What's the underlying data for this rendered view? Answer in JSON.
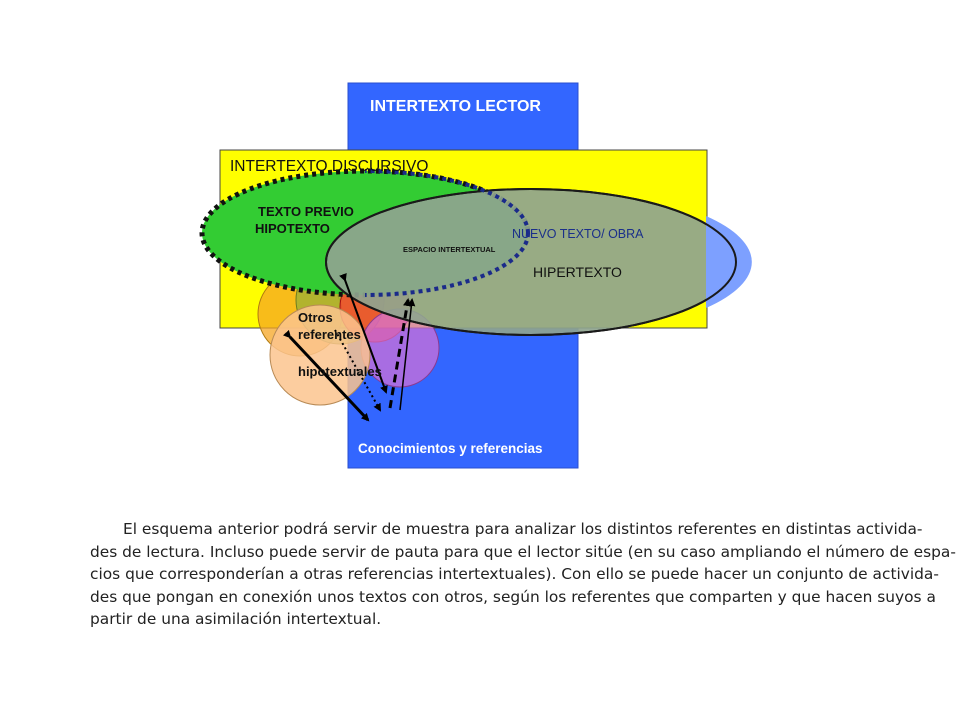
{
  "diagram": {
    "outer_label": "INTERTEXTO LECTOR",
    "discursive_label": "INTERTEXTO DISCURSIVO",
    "previous_text_line1": "TEXTO PREVIO",
    "previous_text_line2": "HIPOTEXTO",
    "new_text_label": "NUEVO TEXTO/ OBRA",
    "hypertext_label": "HIPERTEXTO",
    "intertextual_space_label": "ESPACIO INTERTEXTUAL",
    "other_referents_line1": "Otros",
    "other_referents_line2": "referentes",
    "other_referents_line3": "hipotextuales",
    "knowledge_label": "Conocimientos y referencias"
  },
  "colors": {
    "reader_blue": "#3366ff",
    "discursive_yellow": "#ffff00",
    "previous_text_green": "#33cc33",
    "hypertext_fill": "#8fa48f",
    "hypertext_edge_blue": "#7da0ff",
    "circle_orange": "#f5a623",
    "circle_olive": "#9bb035",
    "circle_red": "#ff3030",
    "circle_pink": "#d070d8",
    "circle_peach": "#fbc48e"
  },
  "caption": {
    "line1": "El esquema anterior podrá servir de muestra para analizar los distintos referentes en distintas activida-",
    "line2": "des de lectura. Incluso puede servir de pauta para que el lector sitúe (en su caso ampliando el número de espa-",
    "line3": "cios que corresponderían a otras referencias intertextuales). Con ello se puede hacer un conjunto de activida-",
    "line4": "des que pongan en conexión unos textos con otros, según los referentes que comparten y que hacen suyos a",
    "line5": "partir de una asimilación intertextual."
  }
}
